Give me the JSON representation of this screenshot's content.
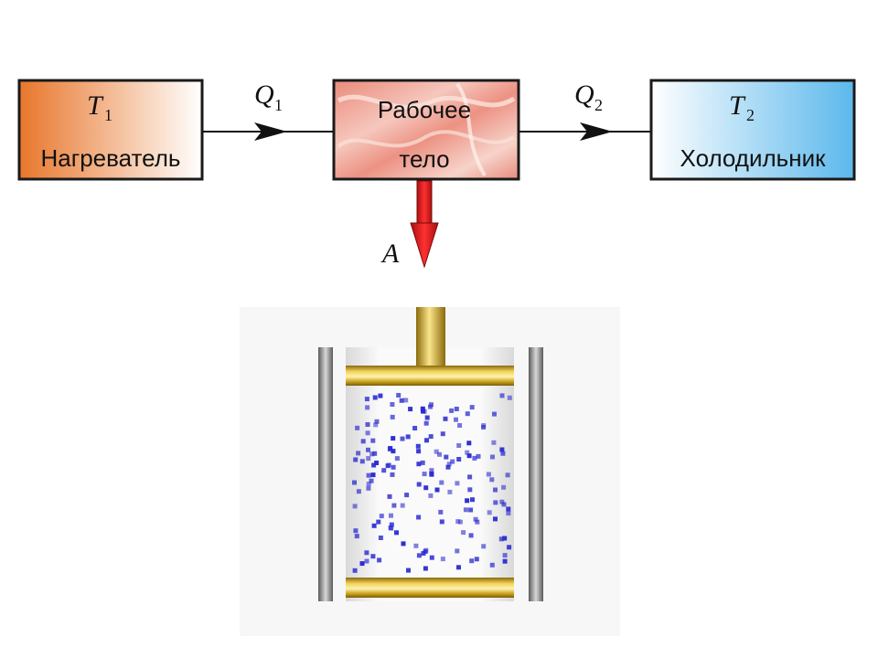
{
  "heater": {
    "symbol": "T",
    "subscript": "1",
    "label": "Нагреватель",
    "gradient_from": "#e8762b",
    "gradient_to": "#ffffff"
  },
  "working_body": {
    "line1": "Рабочее",
    "line2": "тело",
    "color": "#ef9c8e"
  },
  "cooler": {
    "symbol": "T",
    "subscript": "2",
    "label": "Холодильник",
    "gradient_from": "#ffffff",
    "gradient_to": "#5bb8ec"
  },
  "flow_in": {
    "symbol": "Q",
    "subscript": "1"
  },
  "flow_out": {
    "symbol": "Q",
    "subscript": "2"
  },
  "work": {
    "symbol": "A",
    "arrow_color": "#e02020"
  },
  "cylinder": {
    "piston_color": "#c9a21a",
    "particle_color": "#2b2bd0",
    "wall_color": "#707070"
  }
}
